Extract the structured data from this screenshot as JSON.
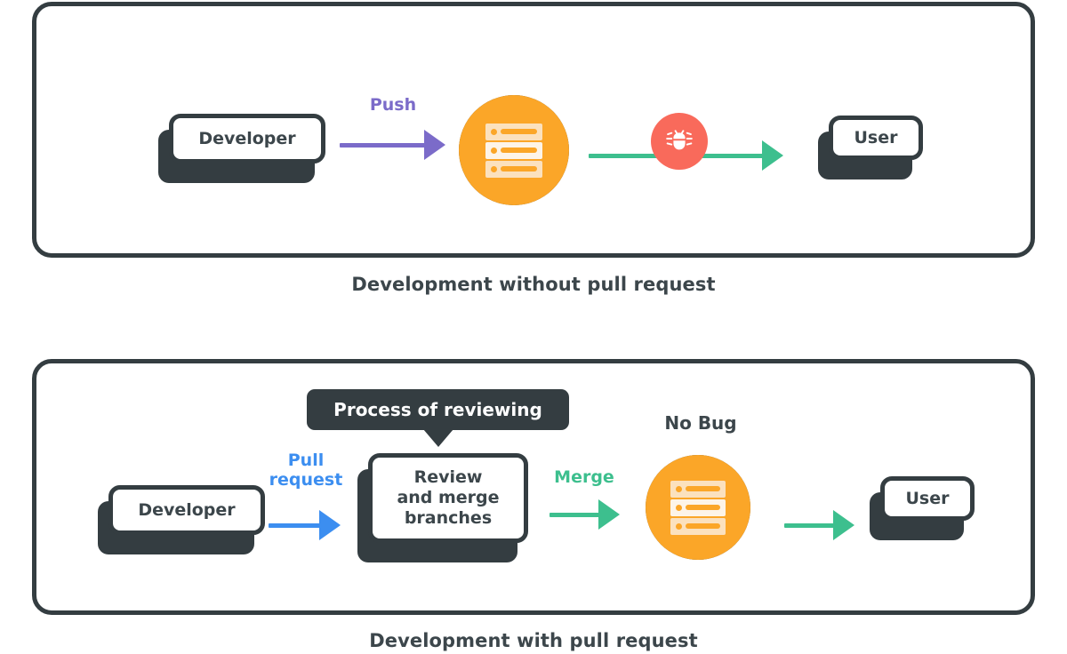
{
  "colors": {
    "dark": "#343D41",
    "text_dark": "#3C464B",
    "orange": "#FBA628",
    "orange_light": "#FBE1BE",
    "orange_lighter": "#FDF4E8",
    "red": "#F96A5B",
    "purple": "#7B6BC9",
    "green": "#3DBF8E",
    "blue": "#3C8EF0",
    "white": "#FFFFFF",
    "background": "#FFFFFF"
  },
  "panels": [
    {
      "id": "without-pull-request",
      "caption": "Development without pull request",
      "nodes": {
        "developer": "Developer",
        "user": "User"
      },
      "arrows": [
        {
          "label": "Push",
          "color": "#7B6BC9"
        },
        {
          "label": "",
          "color": "#3DBF8E"
        }
      ],
      "icons": {
        "server": "server-icon",
        "bug": "bug-icon"
      }
    },
    {
      "id": "with-pull-request",
      "caption": "Development with pull request",
      "nodes": {
        "developer": "Developer",
        "review": {
          "line1": "Review",
          "line2": "and merge",
          "line3": "branches"
        },
        "user": "User"
      },
      "tooltip": "Process of reviewing",
      "status_label": "No Bug",
      "arrows": [
        {
          "label": "Pull\nrequest",
          "label_line1": "Pull",
          "label_line2": "request",
          "color": "#3C8EF0"
        },
        {
          "label": "Merge",
          "color": "#3DBF8E"
        },
        {
          "label": "",
          "color": "#3DBF8E"
        }
      ],
      "icons": {
        "server": "server-icon"
      }
    }
  ]
}
